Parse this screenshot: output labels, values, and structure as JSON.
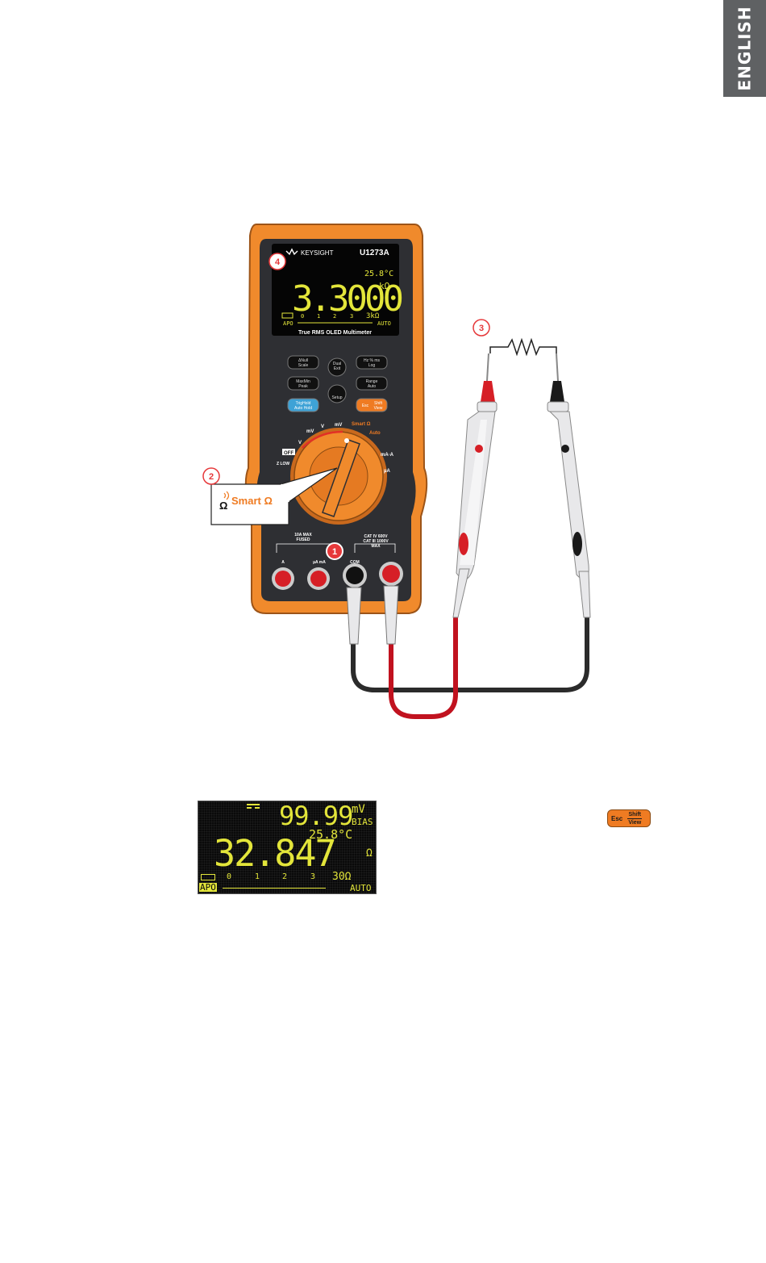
{
  "page": {
    "language_tab": "ENGLISH"
  },
  "meter": {
    "brand": "KEYSIGHT",
    "model": "U1273A",
    "footer": "True RMS OLED Multimeter",
    "display": {
      "temp": "25.8°C",
      "value": "3.3000",
      "unit": "kΩ",
      "scale": [
        "0",
        "1",
        "2",
        "3",
        "3kΩ"
      ],
      "apo": "APO",
      "auto": "AUTO"
    },
    "buttons": {
      "dual_exit": [
        "Dual",
        "Exit"
      ],
      "null_scale": [
        "ΔNull",
        "Scale"
      ],
      "hz_log": [
        "Hz % ms",
        "Log"
      ],
      "max_peak": [
        "MaxMin",
        "Peak"
      ],
      "range_auto": [
        "Range",
        "Auto"
      ],
      "setup": "Setup",
      "trig_hold": [
        "TrigHold",
        "Auto Hold"
      ],
      "esc_shift": [
        "Esc",
        "Shift",
        "View"
      ]
    },
    "dial_labels": {
      "mv_ac": "mV",
      "v_ac": "V",
      "v_dc": "V",
      "mv_dc": "mV",
      "smart_ohm": "Smart Ω",
      "diode_auto": "Auto",
      "ma_a": "mA·A",
      "ua": "µA",
      "off": "OFF",
      "zlow": "Z LOW"
    },
    "terminals": {
      "fused": [
        "10A MAX",
        "FUSED"
      ],
      "cat": [
        "CAT IV  600V",
        "CAT III 1000V"
      ],
      "max": "MAX",
      "a": "A",
      "ua_ma": "µA  mA",
      "com": "COM"
    }
  },
  "callouts": {
    "c1": "1",
    "c2": "2",
    "c3": "3",
    "c4": "4",
    "smart_label": "Smart Ω",
    "omega": "Ω"
  },
  "lcd2": {
    "top_value": "99.99",
    "top_unit": "mV",
    "bias": "BIAS",
    "temp": "25.8°C",
    "main_value": "32.847",
    "main_unit": "Ω",
    "scale": [
      "0",
      "1",
      "2",
      "3"
    ],
    "range": "30Ω",
    "apo": "APO",
    "auto": "AUTO"
  },
  "esc_key": {
    "esc": "Esc",
    "shift": "Shift",
    "view": "View"
  },
  "colors": {
    "orange": "#ef7b22",
    "red": "#d61f26",
    "lcd_yellow": "#e3e53a",
    "tab_gray": "#5f6163"
  }
}
